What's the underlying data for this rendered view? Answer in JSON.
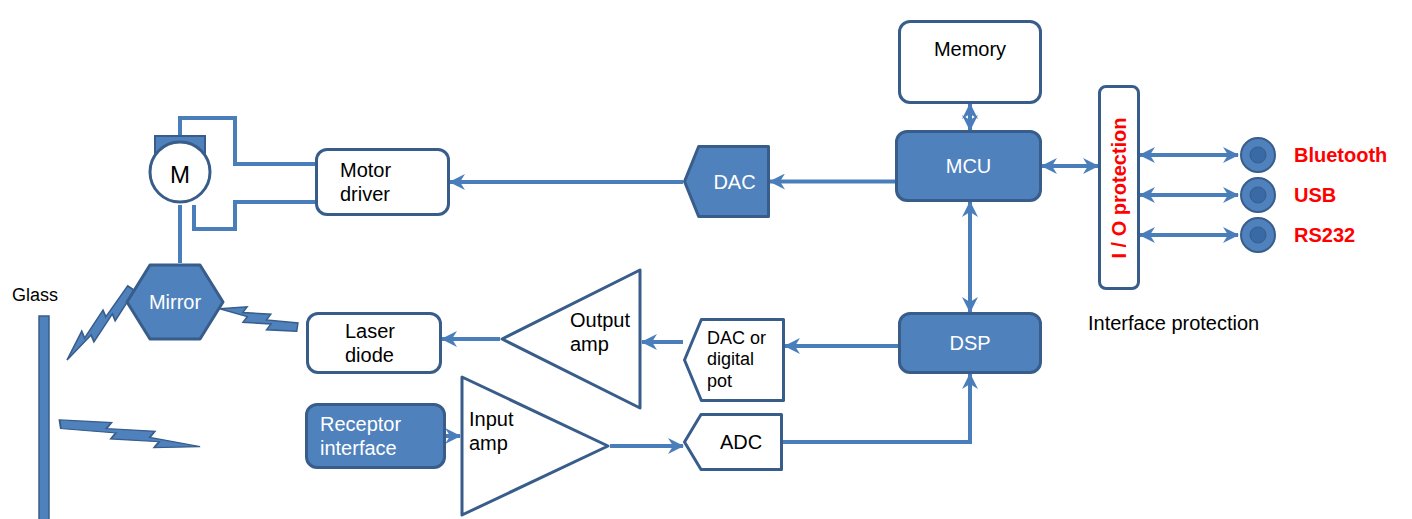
{
  "diagram": {
    "nodes": [
      {
        "text": [
          "Memory"
        ]
      },
      {
        "text": [
          "MCU"
        ]
      },
      {
        "text": [
          "I / O protection"
        ]
      },
      {
        "text": [
          "Motor driver"
        ]
      },
      {
        "text": [
          "DAC"
        ]
      },
      {
        "text": [
          "M"
        ]
      },
      {
        "text": [
          "Mirror"
        ]
      },
      {
        "text": [
          "Laser diode"
        ]
      },
      {
        "text": [
          "Output amp"
        ]
      },
      {
        "text": [
          "DAC or digital pot"
        ]
      },
      {
        "text": [
          "DSP"
        ]
      },
      {
        "text": [
          "Receptor interface"
        ]
      },
      {
        "text": [
          "Input amp"
        ]
      },
      {
        "text": [
          "ADC"
        ]
      },
      {
        "text": [
          "Glass"
        ]
      },
      {
        "text": [
          "Bluetooth"
        ]
      },
      {
        "text": [
          "USB"
        ]
      },
      {
        "text": [
          "RS232"
        ]
      }
    ],
    "edges": [
      {
        "from": 0,
        "to": 1,
        "arrow": "both"
      },
      {
        "from": 1,
        "to": 2,
        "arrow": "both"
      },
      {
        "from": 1,
        "to": 10,
        "arrow": "both"
      },
      {
        "from": 1,
        "to": 4,
        "arrow": "to"
      },
      {
        "from": 4,
        "to": 3,
        "arrow": "to"
      },
      {
        "from": 3,
        "to": 5,
        "arrow": "none"
      },
      {
        "from": 3,
        "to": 5,
        "arrow": "none"
      },
      {
        "from": 5,
        "to": 6,
        "arrow": "none"
      },
      {
        "from": 10,
        "to": 9,
        "arrow": "to"
      },
      {
        "from": 9,
        "to": 8,
        "arrow": "to"
      },
      {
        "from": 8,
        "to": 7,
        "arrow": "to"
      },
      {
        "from": 11,
        "to": 12,
        "arrow": "to"
      },
      {
        "from": 12,
        "to": 13,
        "arrow": "to"
      },
      {
        "from": 13,
        "to": 10,
        "arrow": "to"
      },
      {
        "from": 2,
        "to": 15,
        "arrow": "both"
      },
      {
        "from": 2,
        "to": 16,
        "arrow": "both"
      },
      {
        "from": 2,
        "to": 17,
        "arrow": "both"
      }
    ],
    "labels": [
      "Interface protection"
    ]
  }
}
